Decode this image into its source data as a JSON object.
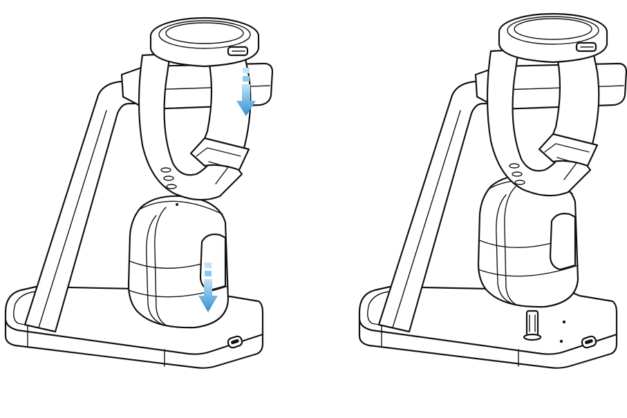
{
  "figure": {
    "panels": [
      {
        "id": "left",
        "state": "placing devices onto charger"
      },
      {
        "id": "right",
        "state": "devices docked on charger"
      }
    ],
    "arrow_color": "#4aa3df",
    "line_color": "#111111"
  }
}
